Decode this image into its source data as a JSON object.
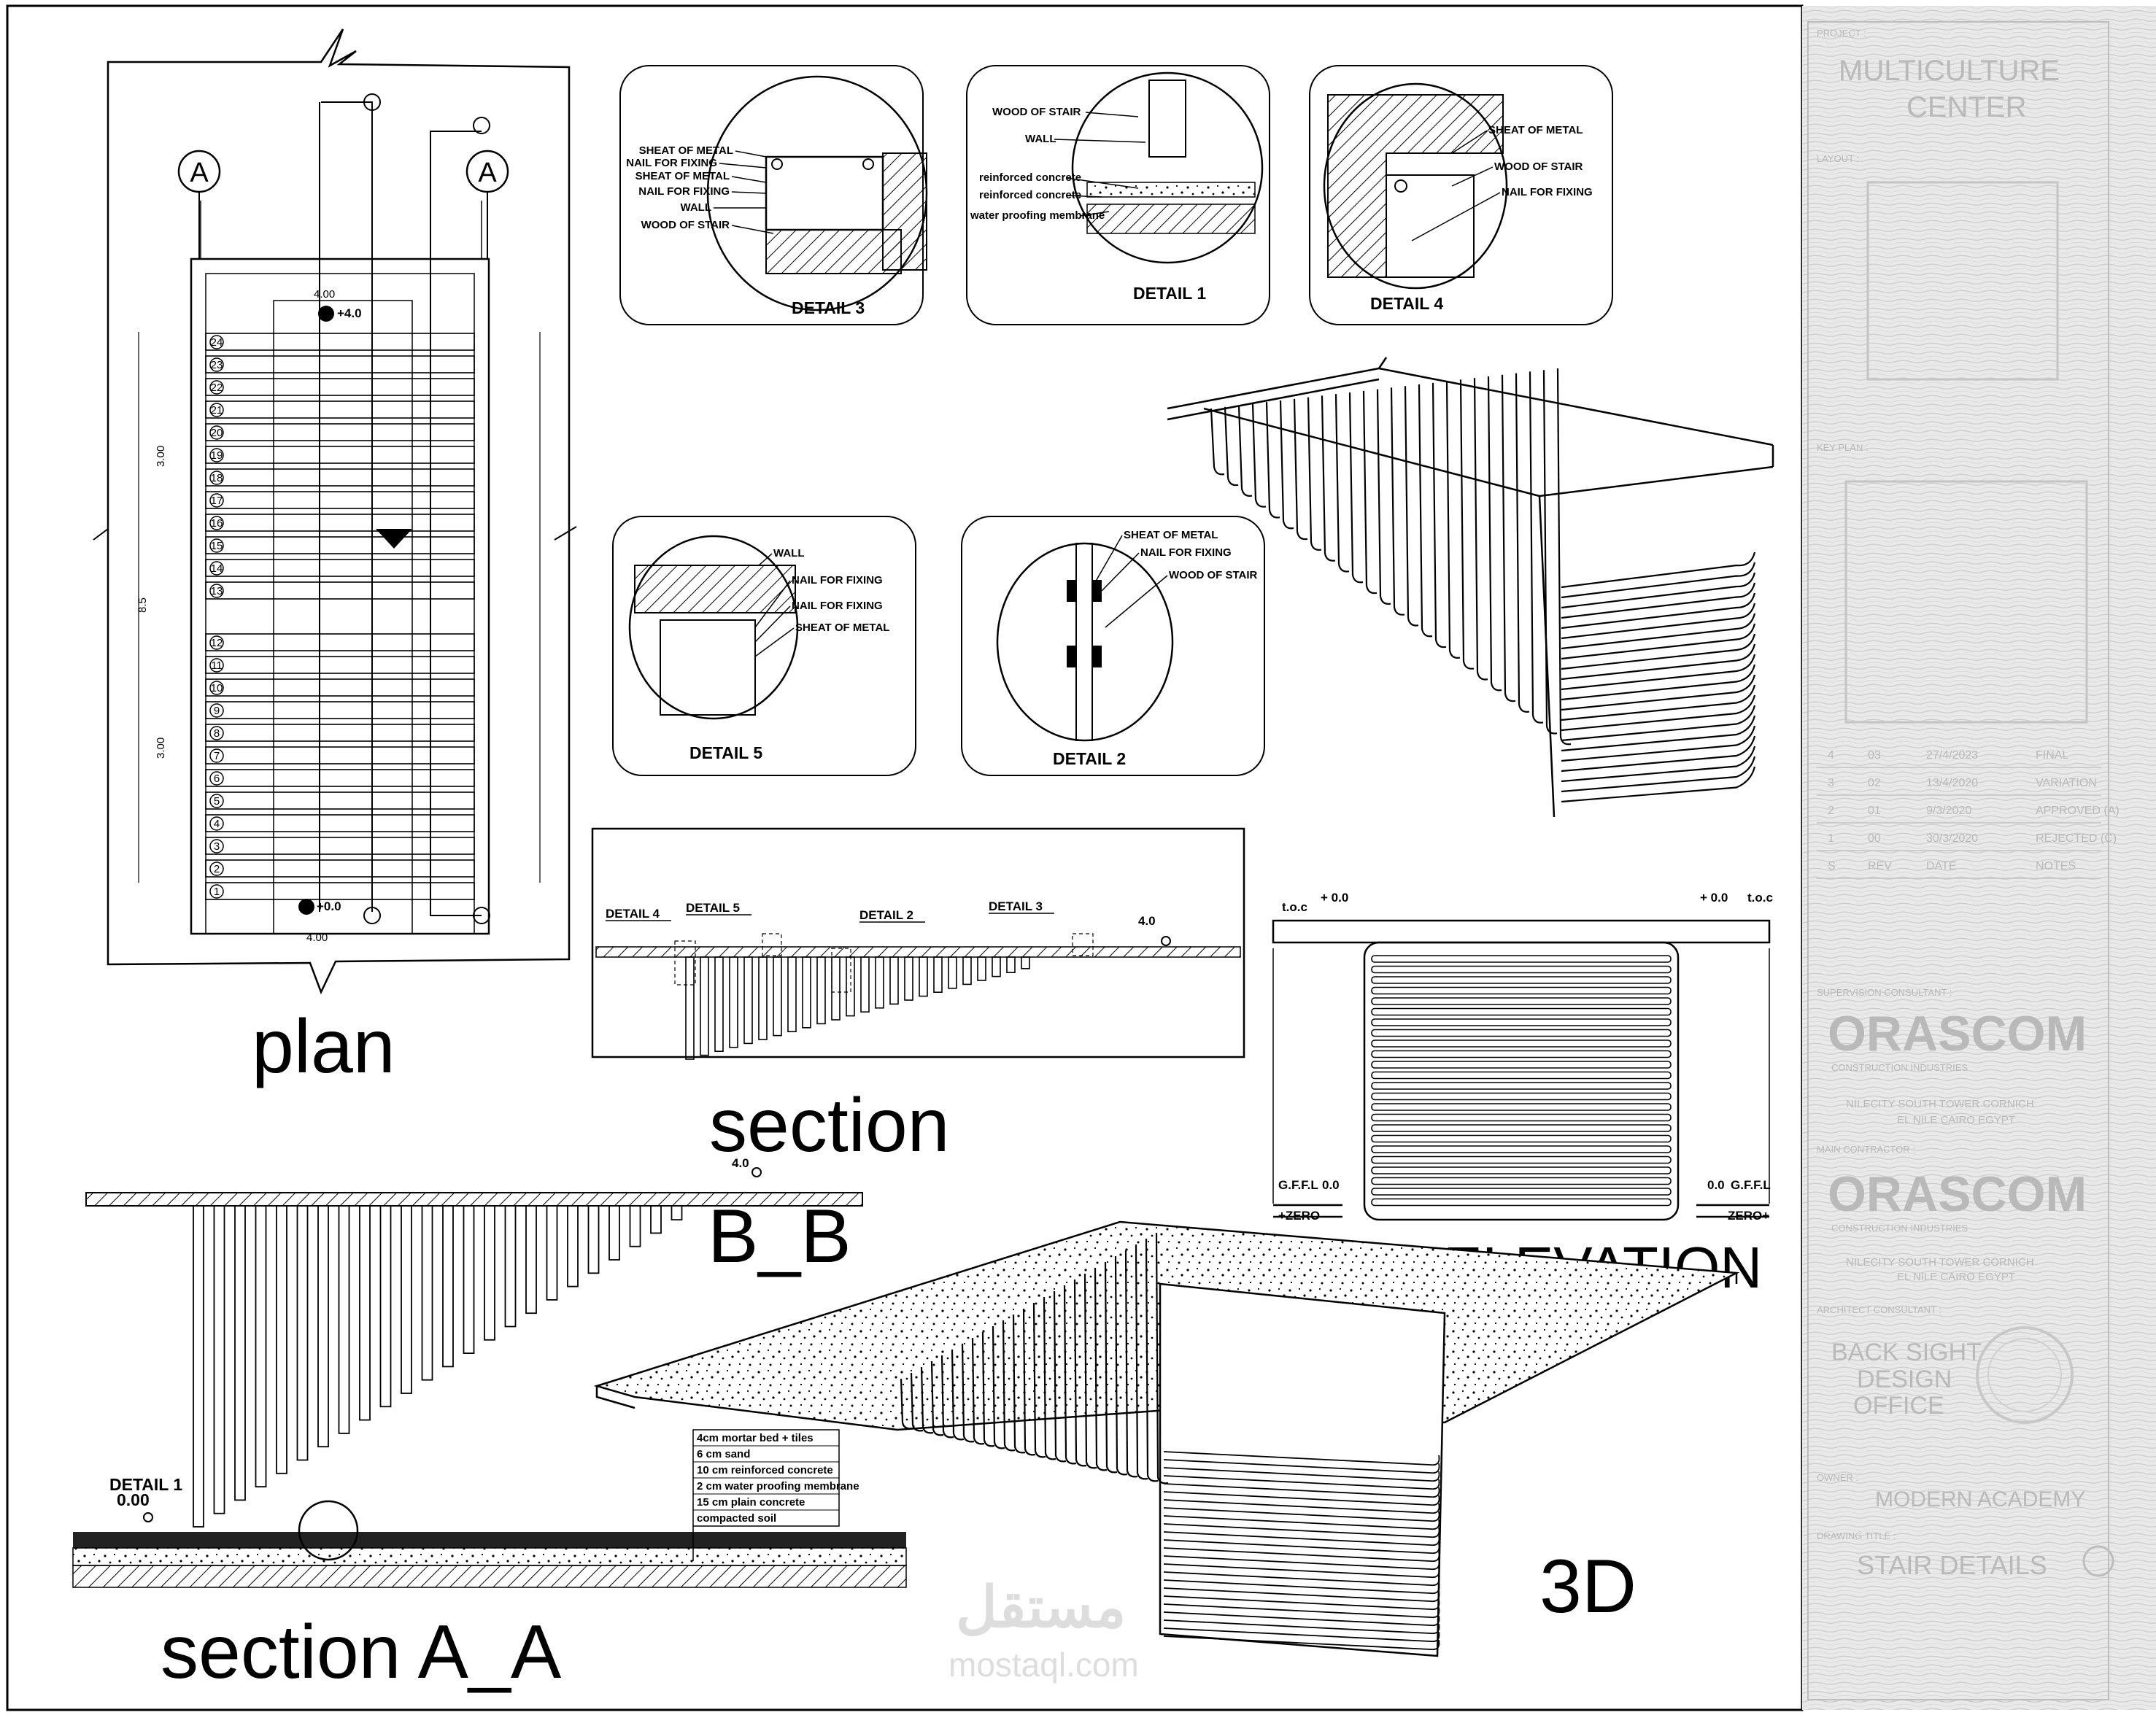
{
  "titles": {
    "plan": "plan",
    "section_bb_1": "section",
    "section_bb_2": "B_B",
    "section_aa": "section A_A",
    "elevation": "ELEVATION",
    "three_d": "3D"
  },
  "section_marks": {
    "left": "A",
    "right": "A"
  },
  "plan": {
    "steps_top": [
      "24",
      "23",
      "22",
      "21",
      "20",
      "19",
      "18",
      "17",
      "16",
      "15",
      "14",
      "13"
    ],
    "steps_bottom": [
      "12",
      "11",
      "10",
      "9",
      "8",
      "7",
      "6",
      "5",
      "4",
      "3",
      "2",
      "1"
    ],
    "level_top": "+4.0",
    "level_bottom": "+0.0",
    "dim_top": "4.00",
    "dim_bottom": "4.00",
    "dim_side_a": "3.00",
    "dim_side_b": "3.00",
    "dim_overall": "8.5"
  },
  "details": {
    "d3": {
      "title": "DETAIL 3",
      "labels": [
        "SHEAT OF METAL",
        "NAIL FOR FIXING",
        "SHEAT OF METAL",
        "NAIL FOR FIXING",
        "WALL",
        "WOOD OF STAIR"
      ]
    },
    "d1": {
      "title": "DETAIL 1",
      "labels": [
        "WOOD OF STAIR",
        "WALL",
        "reinforced concrete",
        "reinforced concrete",
        "water proofing membrane"
      ]
    },
    "d4": {
      "title": "DETAIL 4",
      "labels": [
        "SHEAT OF METAL",
        "WOOD OF STAIR",
        "NAIL FOR FIXING"
      ]
    },
    "d5": {
      "title": "DETAIL 5",
      "labels": [
        "WALL",
        "NAIL FOR FIXING",
        "NAIL FOR FIXING",
        "SHEAT OF METAL"
      ]
    },
    "d2": {
      "title": "DETAIL 2",
      "labels": [
        "SHEAT OF METAL",
        "NAIL FOR FIXING",
        "WOOD OF STAIR"
      ]
    }
  },
  "section_bb": {
    "callouts": [
      "DETAIL 4",
      "DETAIL 5",
      "DETAIL 2",
      "DETAIL 3"
    ],
    "level": "4.0"
  },
  "section_aa": {
    "level_top": "4.0",
    "detail_callout": "DETAIL 1",
    "level_bottom": "0.00",
    "layers": [
      "4cm mortar bed + tiles",
      "6 cm sand",
      "10 cm reinforced concrete",
      "2 cm water proofing membrane",
      "15 cm plain concrete",
      "compacted soil"
    ]
  },
  "elevation": {
    "top_left_a": "t.o.c",
    "top_left_b": "+ 0.0",
    "top_right_a": "+ 0.0",
    "top_right_b": "t.o.c",
    "bottom_left_a": "G.F.F.L",
    "bottom_left_b": "0.0",
    "bottom_left_c": "+ZERO",
    "bottom_right_a": "0.0",
    "bottom_right_b": "G.F.F.L",
    "bottom_right_c": "ZERO+"
  },
  "title_block": {
    "project_label": "PROJECT :",
    "project_name_1": "MULTICULTURE",
    "project_name_2": "CENTER",
    "layout_label": "LAYOUT :",
    "key_plan_label": "KEY PLAN :",
    "revisions": [
      [
        "4",
        "03",
        "27/4/2023",
        "FINAL"
      ],
      [
        "3",
        "02",
        "13/4/2020",
        "VARIATION"
      ],
      [
        "2",
        "01",
        "9/3/2020",
        "APPROVED (A)"
      ],
      [
        "1",
        "00",
        "30/3/2020",
        "REJECTED (C)"
      ],
      [
        "S",
        "REV",
        "DATE",
        "NOTES"
      ]
    ],
    "supervision_label": "SUPERVISION CONSULTANT :",
    "supervision_logo": "ORASCOM",
    "supervision_sub": "CONSTRUCTION INDUSTRIES",
    "supervision_addr_1": "NILECITY SOUTH TOWER CORNICH",
    "supervision_addr_2": "EL NILE CAIRO EGYPT",
    "contractor_label": "MAIN CONTRACTOR :",
    "contractor_logo": "ORASCOM",
    "contractor_sub": "CONSTRUCTION INDUSTRIES",
    "contractor_addr_1": "NILECITY SOUTH TOWER CORNICH",
    "contractor_addr_2": "EL NILE CAIRO EGYPT",
    "architect_label": "ARCHITECT CONSULTANT :",
    "architect_1": "BACK SIGHT",
    "architect_2": "DESIGN",
    "architect_3": "OFFICE",
    "owner_label": "OWNER :",
    "owner": "MODERN ACADEMY",
    "drawing_title_label": "DRAWING TITLE :",
    "drawing_title": "STAIR DETAILS"
  },
  "watermark": {
    "arabic": "مستقل",
    "latin": "mostaql.com"
  }
}
